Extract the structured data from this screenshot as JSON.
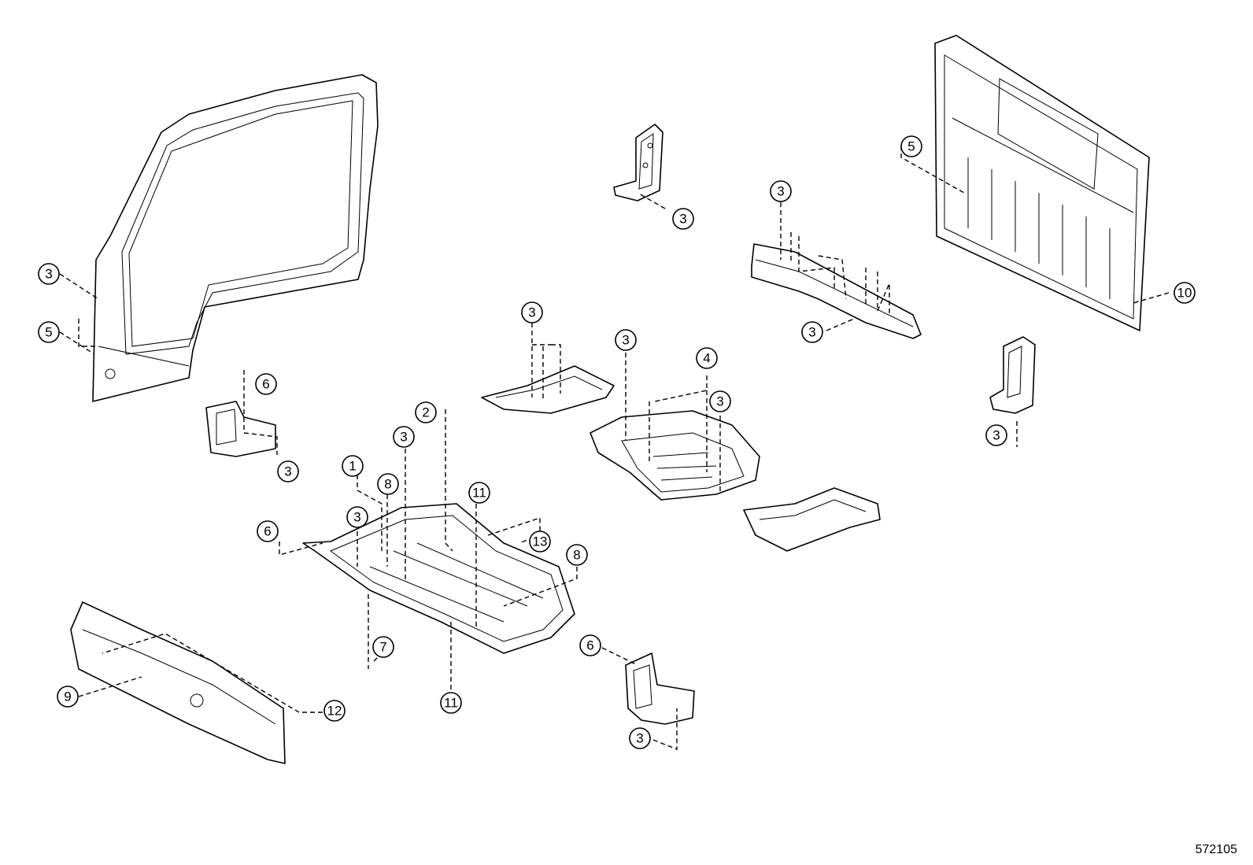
{
  "diagram_id": "572105",
  "callouts": {
    "c1": "1",
    "c2": "2",
    "c3": "3",
    "c4": "4",
    "c5": "5",
    "c6": "6",
    "c7": "7",
    "c8": "8",
    "c9": "9",
    "c10": "10",
    "c11": "11",
    "c12": "12",
    "c13": "13"
  }
}
